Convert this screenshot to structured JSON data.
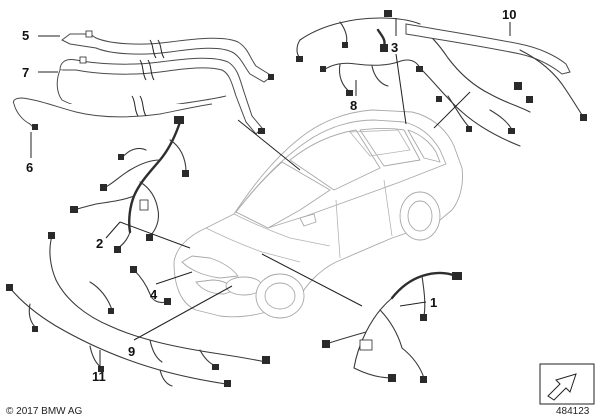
{
  "callouts": [
    {
      "id": "1",
      "label": "1"
    },
    {
      "id": "2",
      "label": "2"
    },
    {
      "id": "3",
      "label": "3"
    },
    {
      "id": "4",
      "label": "4"
    },
    {
      "id": "5",
      "label": "5"
    },
    {
      "id": "6",
      "label": "6"
    },
    {
      "id": "7",
      "label": "7"
    },
    {
      "id": "8",
      "label": "8"
    },
    {
      "id": "9",
      "label": "9"
    },
    {
      "id": "10",
      "label": "10"
    },
    {
      "id": "11",
      "label": "11"
    }
  ],
  "footer": {
    "copyright": "© 2017 BMW AG",
    "diagram_number": "484123"
  },
  "colors": {
    "ink": "#222222",
    "car_outline": "#a9a9a9",
    "background": "#ffffff"
  }
}
